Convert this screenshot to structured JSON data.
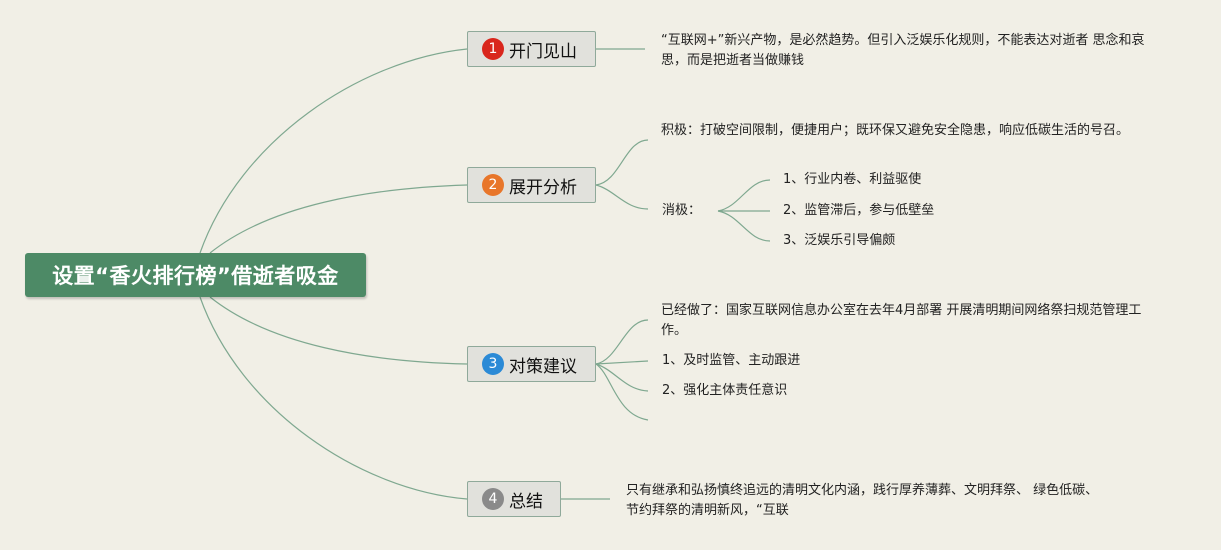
{
  "central_topic": "设置“香火排行榜”借逝者吸金",
  "colors": {
    "central_bg": "#4d8a66",
    "line": "#7fa890",
    "badge_1": "#d9261c",
    "badge_2": "#e8762a",
    "badge_3": "#2b8ad6",
    "badge_4": "#8a8a8a"
  },
  "branches": [
    {
      "num": "1",
      "label": "开门见山",
      "items": [
        "“互联网+”新兴产物，是必然趋势。但引入泛娱乐化规则，不能表达对逝者 思念和哀思，而是把逝者当做赚钱"
      ]
    },
    {
      "num": "2",
      "label": "展开分析",
      "items": [
        "积极：打破空间限制，便捷用户；既环保又避免安全隐患，响应低碳生活的号召。",
        "消极："
      ],
      "sub_items": [
        "1、行业内卷、利益驱使",
        "2、监管滞后，参与低壁垒",
        "3、泛娱乐引导偏颇"
      ]
    },
    {
      "num": "3",
      "label": "对策建议",
      "items": [
        "已经做了：国家互联网信息办公室在去年4月部署 开展清明期间网络祭扫规范管理工作。",
        "1、及时监管、主动跟进",
        "2、强化主体责任意识"
      ]
    },
    {
      "num": "4",
      "label": "总结",
      "items": [
        "只有继承和弘扬慎终追远的清明文化内涵，践行厚养薄葬、文明拜祭、 绿色低碳、节约拜祭的清明新风，“互联"
      ]
    }
  ]
}
